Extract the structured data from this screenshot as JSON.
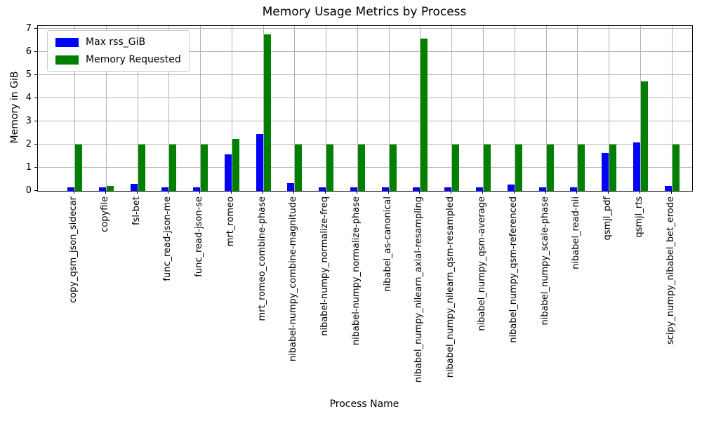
{
  "chart_data": {
    "type": "bar",
    "title": "Memory Usage Metrics by Process",
    "xlabel": "Process Name",
    "ylabel": "Memory in GiB",
    "ylim": [
      0,
      7.13
    ],
    "yticks": [
      0,
      1,
      2,
      3,
      4,
      5,
      6,
      7
    ],
    "grid": true,
    "legend_position": "upper left",
    "categories": [
      "copy_qsm_json_sidecar",
      "copyfile",
      "fsl-bet",
      "func_read-json-me",
      "func_read-json-se",
      "mrt_romeo",
      "mrt_romeo_combine-phase",
      "nibabel-numpy_combine-magnitude",
      "nibabel-numpy_normalize-freq",
      "nibabel-numpy_normalize-phase",
      "nibabel_as-canonical",
      "nibabel_numpy_nilearn_axial-resampling",
      "nibabel_numpy_nilearn_qsm-resampled",
      "nibabel_numpy_qsm-average",
      "nibabel_numpy_qsm-referenced",
      "nibabel_numpy_scale-phase",
      "nibabel_read-nii",
      "qsmjl_pdf",
      "qsmjl_rts",
      "scipy_numpy_nibabel_bet_erode"
    ],
    "series": [
      {
        "name": "Max rss_GiB",
        "color": "#0000ff",
        "values": [
          0.15,
          0.15,
          0.3,
          0.15,
          0.15,
          1.57,
          2.47,
          0.32,
          0.15,
          0.15,
          0.15,
          0.15,
          0.15,
          0.15,
          0.27,
          0.15,
          0.15,
          1.65,
          2.08,
          0.2
        ]
      },
      {
        "name": "Memory Requested",
        "color": "#008000",
        "values": [
          2.0,
          0.2,
          2.0,
          2.0,
          2.0,
          2.25,
          6.77,
          2.0,
          2.0,
          2.0,
          2.0,
          6.58,
          2.0,
          2.0,
          2.0,
          2.0,
          2.0,
          2.0,
          4.73,
          2.0
        ]
      }
    ]
  }
}
